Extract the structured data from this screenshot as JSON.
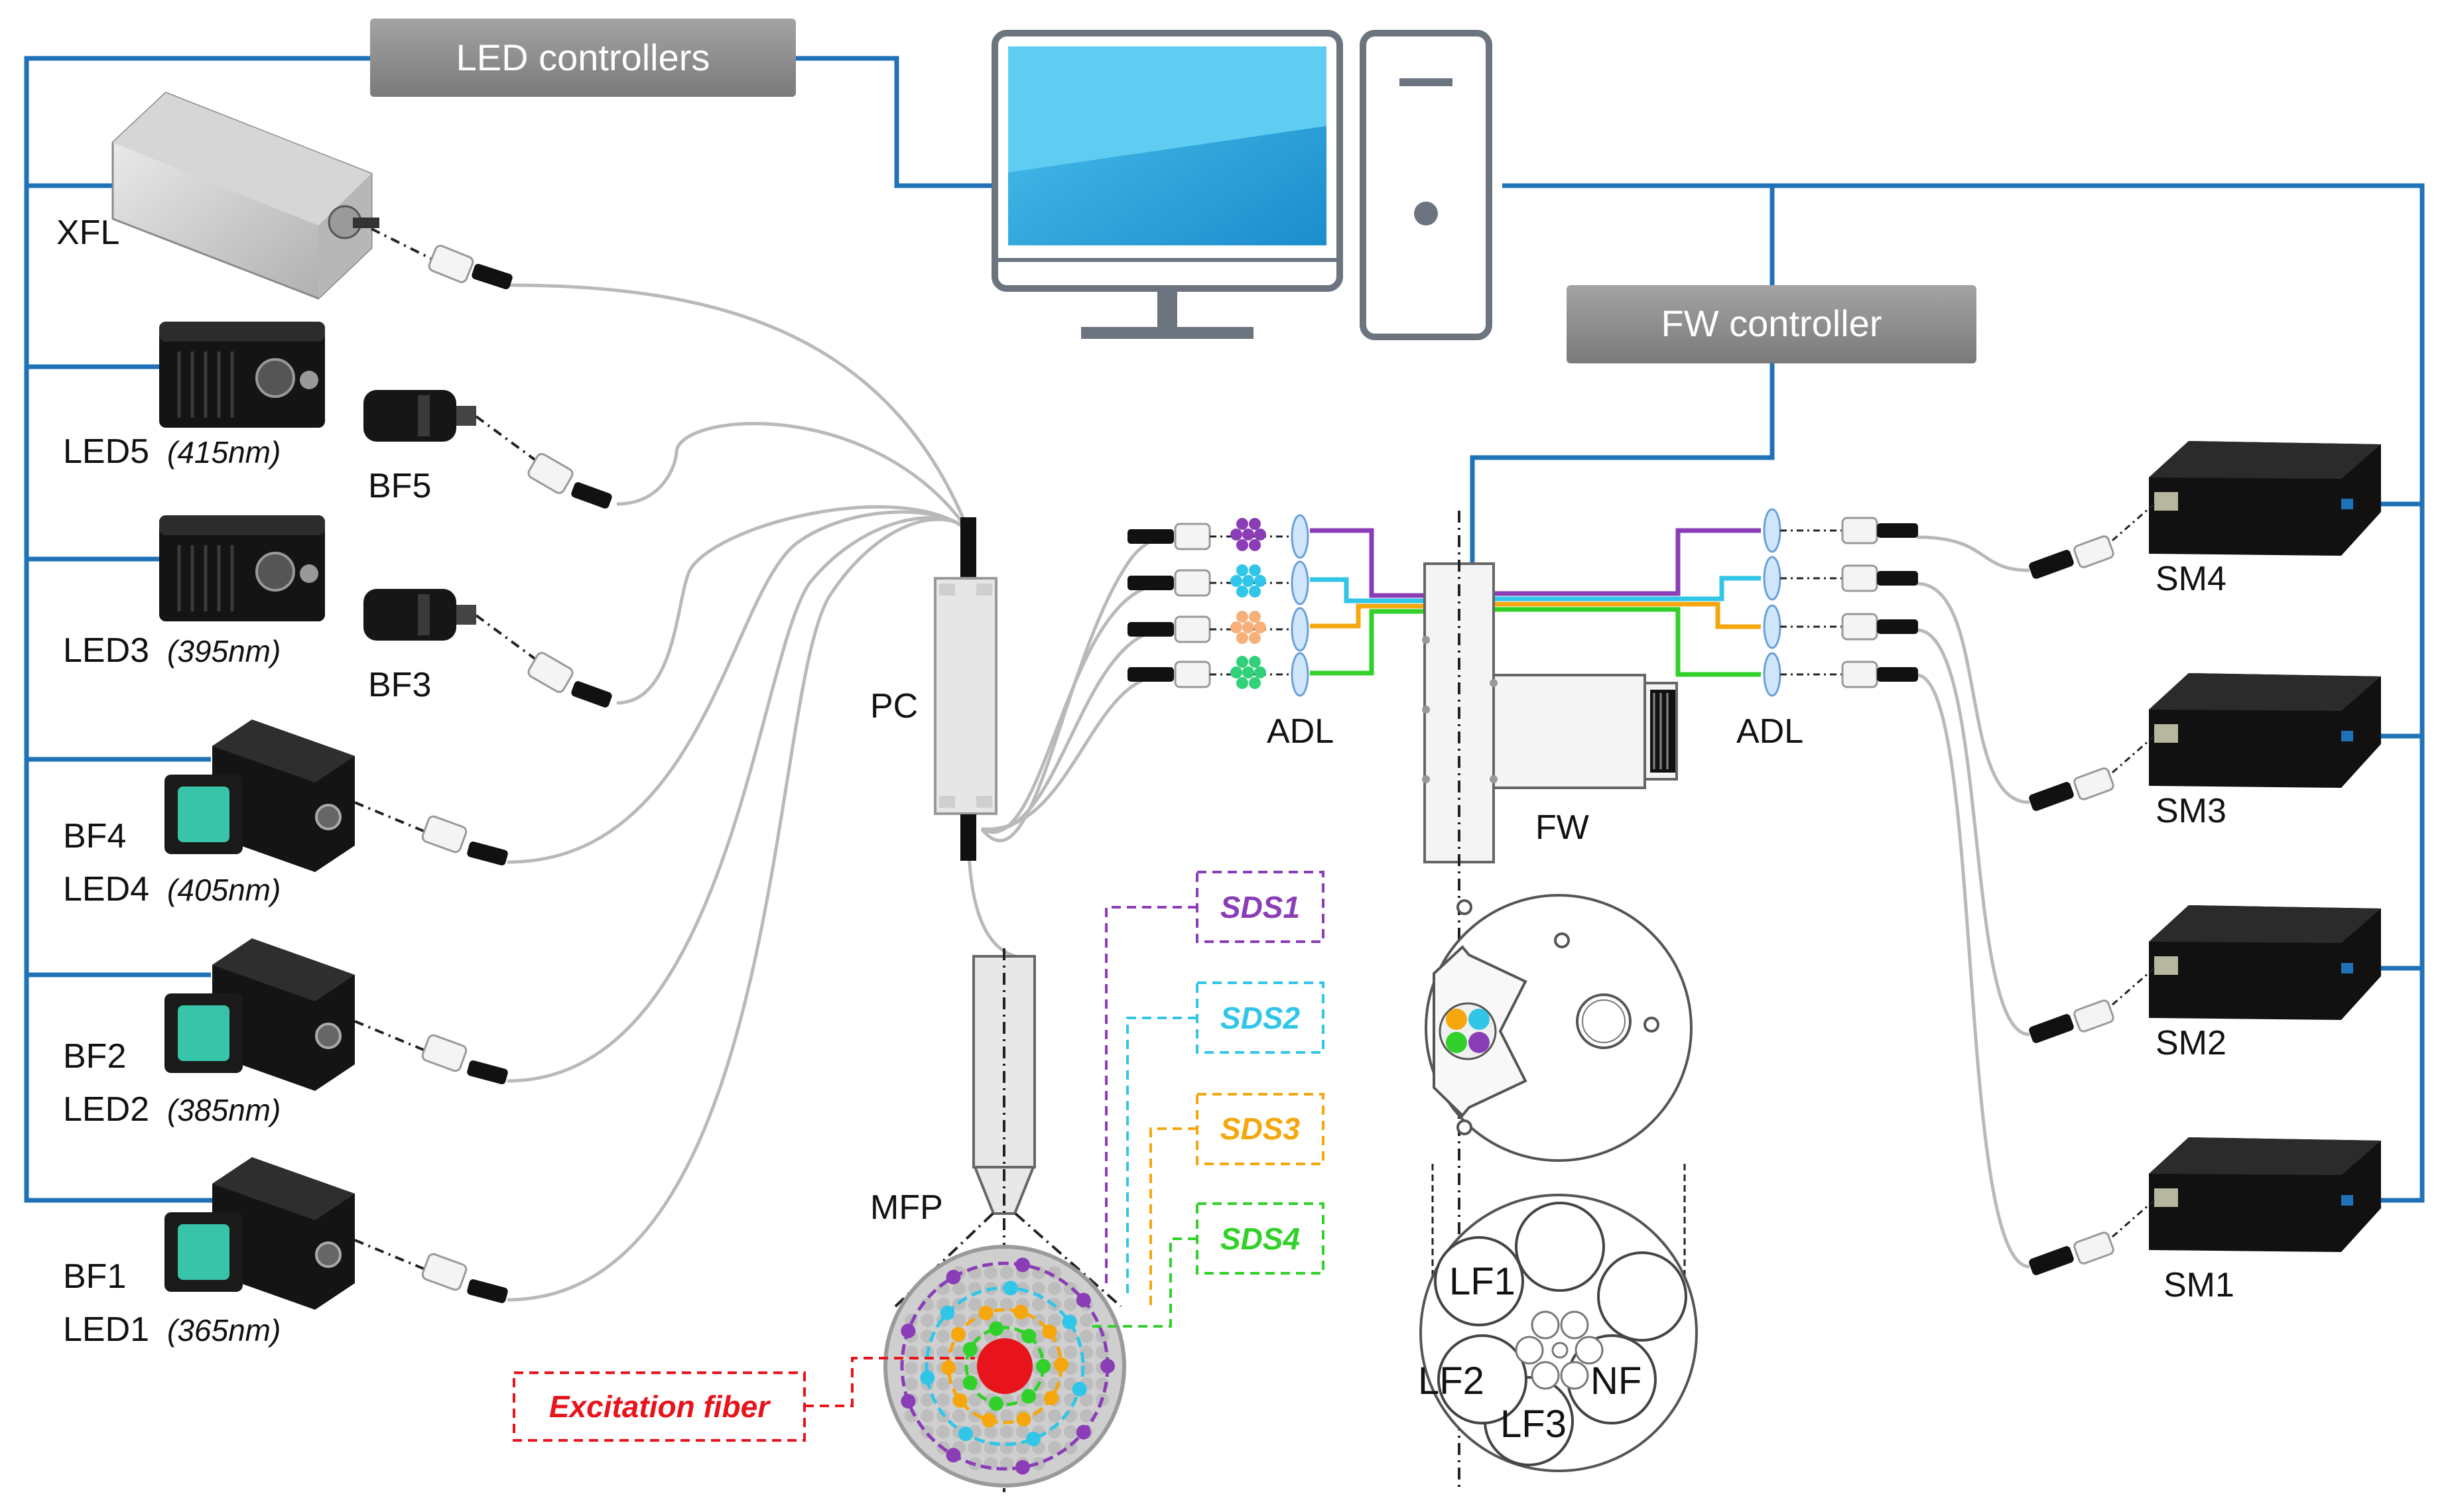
{
  "controllers": {
    "led": "LED controllers",
    "fw": "FW  controller"
  },
  "sources": {
    "xfl": "XFL",
    "led5": {
      "name": "LED5",
      "wavelength": "(415nm)",
      "filter": "BF5"
    },
    "led3": {
      "name": "LED3",
      "wavelength": "(395nm)",
      "filter": "BF3"
    },
    "led4": {
      "name": "LED4",
      "wavelength": "(405nm)",
      "filter": "BF4"
    },
    "led2": {
      "name": "LED2",
      "wavelength": "(385nm)",
      "filter": "BF2"
    },
    "led1": {
      "name": "LED1",
      "wavelength": "(365nm)",
      "filter": "BF1"
    }
  },
  "labels": {
    "pc": "PC",
    "mfp": "MFP",
    "adl_left": "ADL",
    "adl_right": "ADL",
    "fw": "FW",
    "excitation": "Excitation fiber"
  },
  "sds": [
    "SDS1",
    "SDS2",
    "SDS3",
    "SDS4"
  ],
  "spectrometers": [
    "SM4",
    "SM3",
    "SM2",
    "SM1"
  ],
  "filters": {
    "lf1": "LF1",
    "lf2": "LF2",
    "lf3": "LF3",
    "nf": "NF"
  },
  "colors": {
    "wire": "#1f72b8",
    "sds1": "#8a3db6",
    "sds2": "#31c6e8",
    "sds3": "#f5a70d",
    "sds4": "#31d12a",
    "excitation": "#e8141b",
    "controller_box": "#8c8c8c",
    "monitor_screen": "#2aa7dd"
  }
}
